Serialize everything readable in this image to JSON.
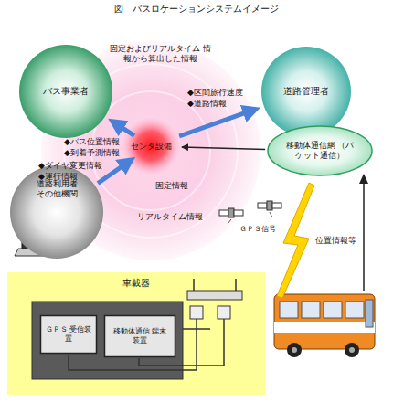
{
  "diagram": {
    "title": "図　バスロケーションシステムイメージ",
    "nodes": [
      {
        "text": [
          "バス事業者"
        ]
      },
      {
        "text": [
          "道路管理者"
        ]
      },
      {
        "text": [
          "センタ設備"
        ]
      },
      {
        "text": [
          "道路利用者 その他機関"
        ]
      },
      {
        "text": [
          "移動体通信網 （パケット通信）"
        ]
      },
      {
        "text": [
          "車載器"
        ]
      },
      {
        "text": [
          "ＧＰＳ 受信装置"
        ],
        "in": 5
      },
      {
        "text": [
          "移動体通信 端末装置"
        ],
        "in": 5
      }
    ],
    "edges": [
      {
        "from": 2,
        "to": 0,
        "arrow": "to"
      },
      {
        "from": 2,
        "to": 1,
        "arrow": "to"
      },
      {
        "from": 3,
        "to": 2,
        "arrow": "to"
      },
      {
        "from": 4,
        "to": 2,
        "arrow": "to"
      }
    ],
    "labels": [
      "固定およびリアルタイム 情報から算出した情報",
      "◆バス位置情報",
      "◆到着予測情報",
      "◆区間旅行速度",
      "◆道路情報",
      "◆ダイヤ変更情報",
      "◆運行情報",
      "固定情報",
      "リアルタイム情報",
      "ＧＰＳ信号",
      "位置情報等"
    ]
  }
}
